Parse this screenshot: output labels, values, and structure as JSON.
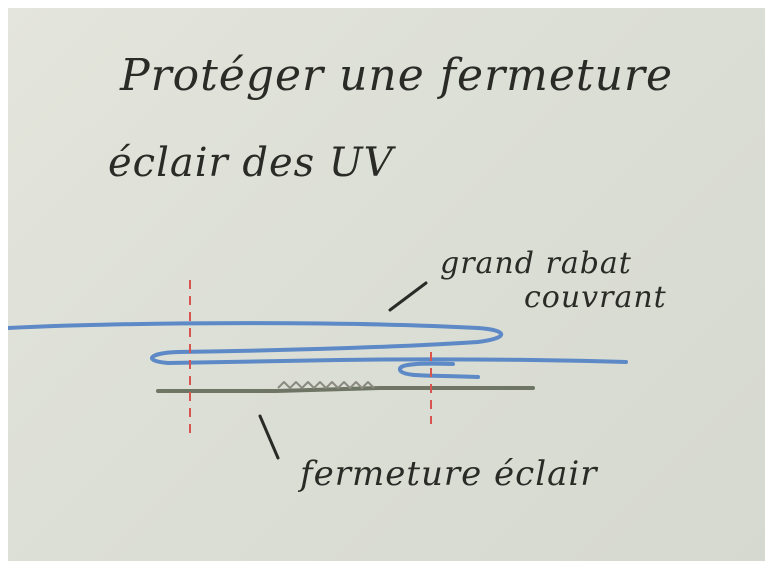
{
  "title": {
    "line1": "Protéger une fermeture",
    "line2": "éclair des UV"
  },
  "labels": {
    "rabat_line1": "grand rabat",
    "rabat_line2": "couvrant",
    "fermeture": "fermeture éclair"
  },
  "colors": {
    "paper": "#dcdfd6",
    "ink": "#2a2a26",
    "fabric": "#4f7fc4",
    "zipper_tape": "#5b6350",
    "marker": "#d9534f"
  }
}
